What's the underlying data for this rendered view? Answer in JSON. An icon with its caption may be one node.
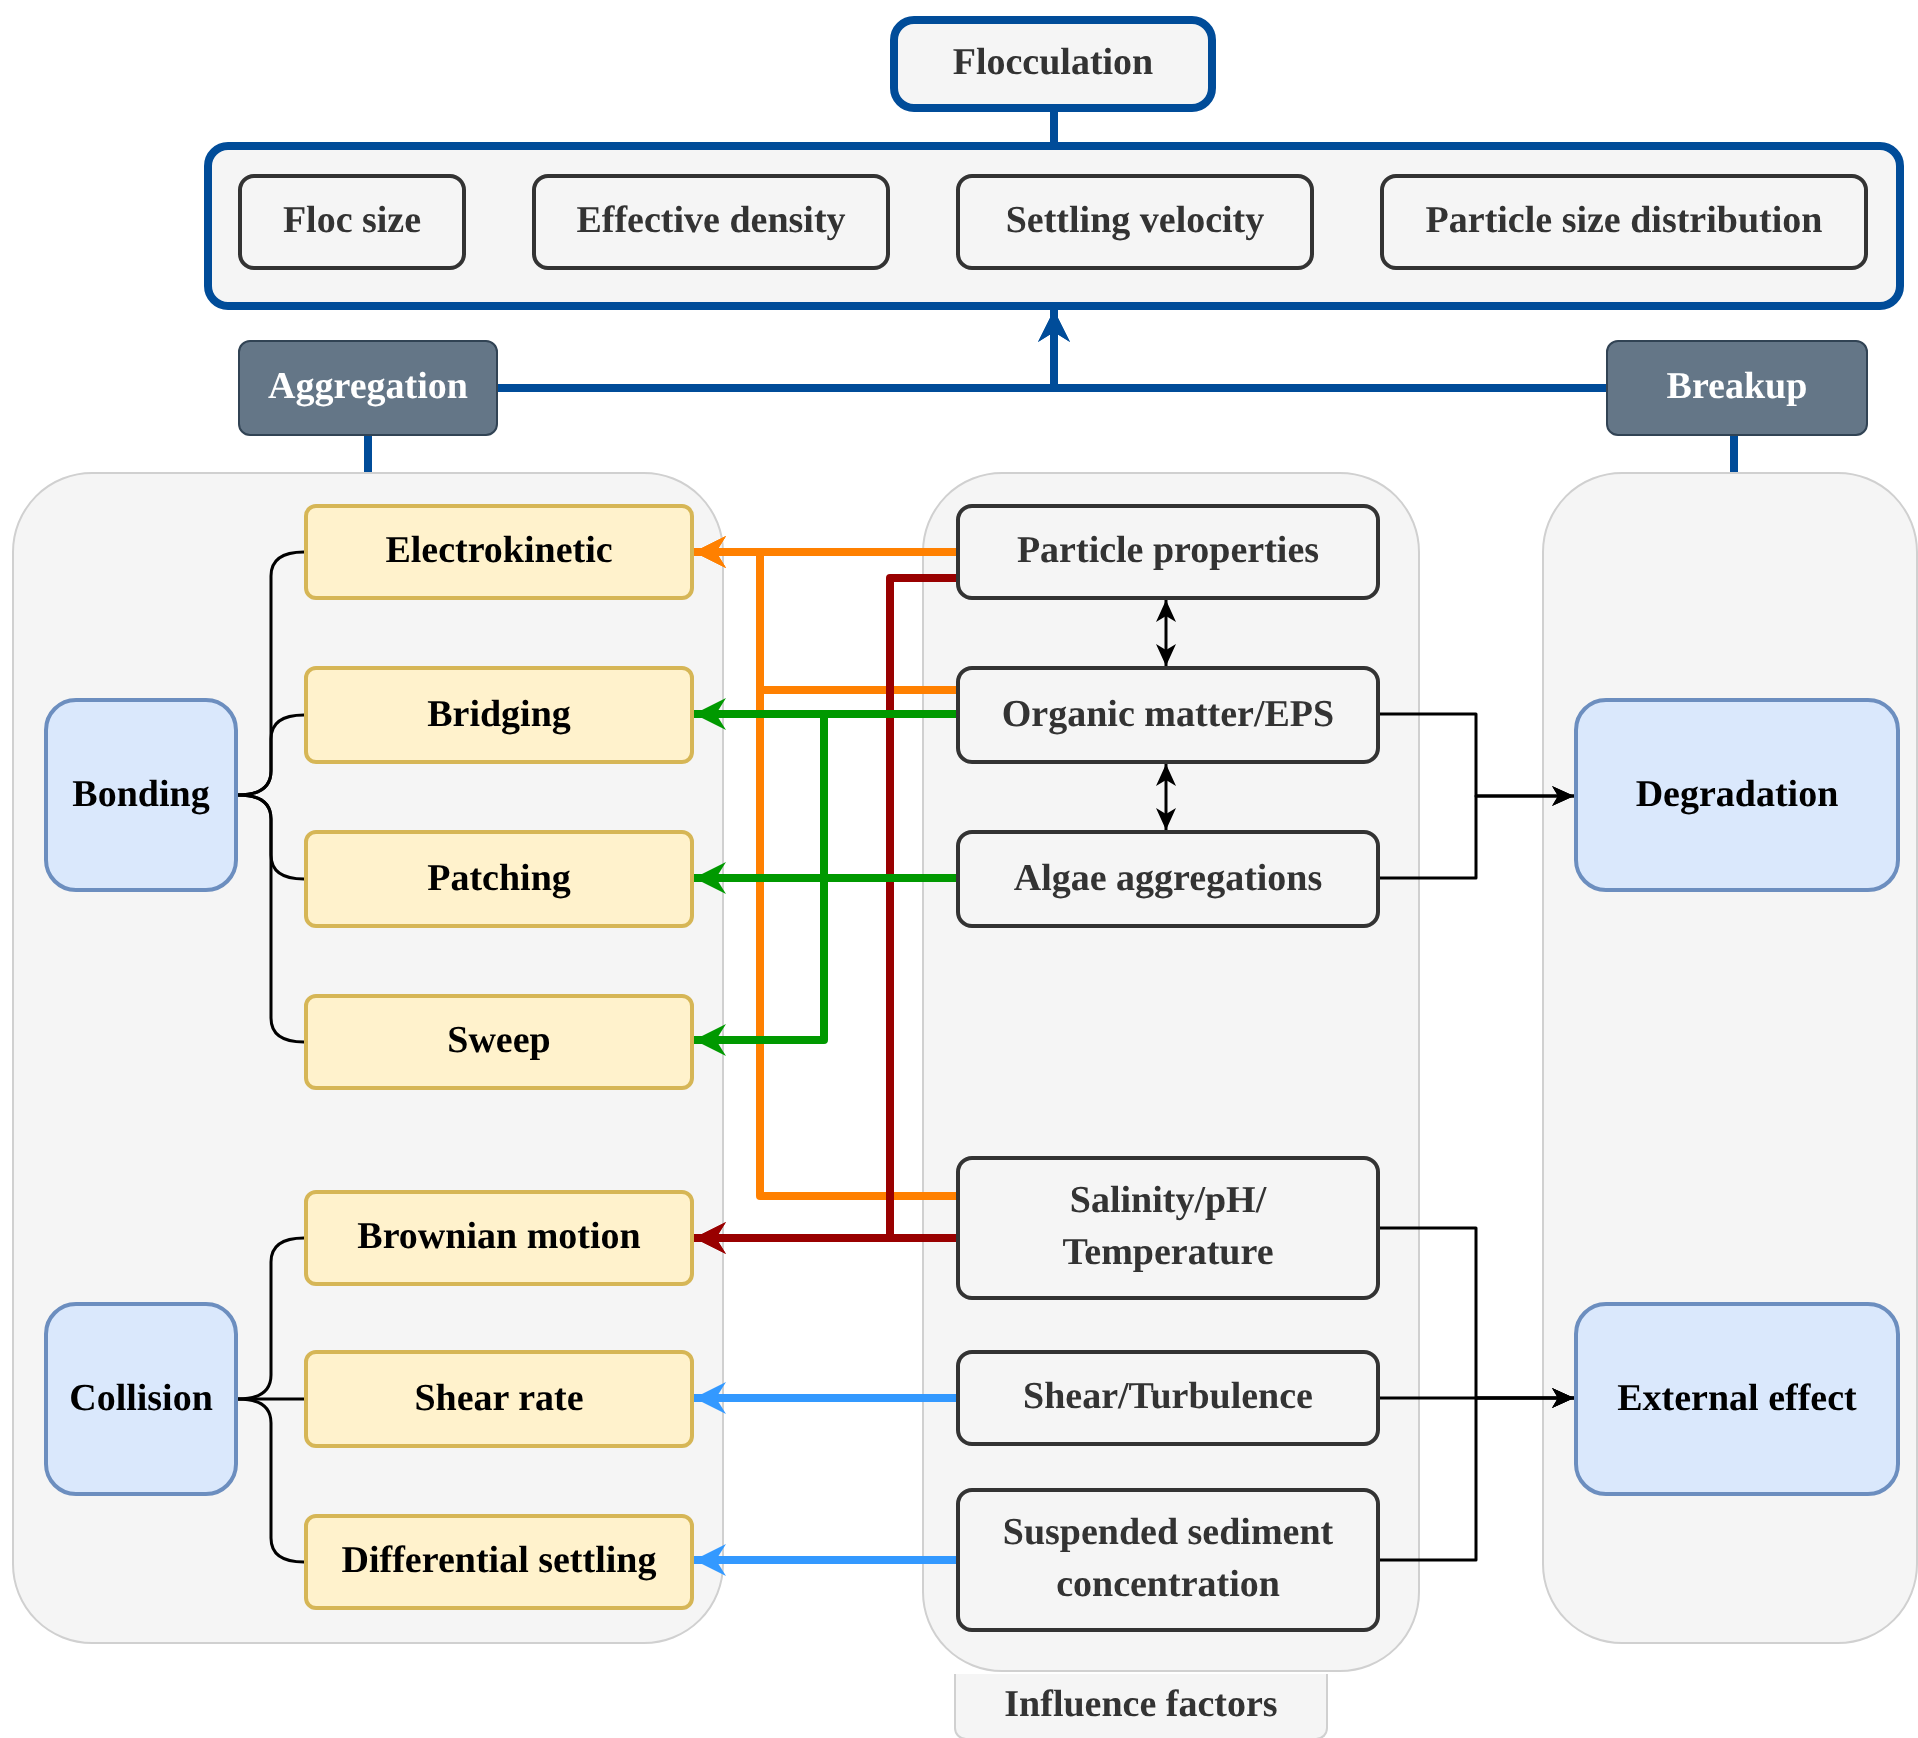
{
  "diagram": {
    "nodes": [
      {
        "text": [
          "Flocculation"
        ]
      },
      {
        "text": [],
        "shape": "box"
      },
      {
        "text": [
          "Floc size"
        ],
        "in": 1
      },
      {
        "text": [
          "Effective density"
        ],
        "in": 1
      },
      {
        "text": [
          "Settling velocity"
        ],
        "in": 1
      },
      {
        "text": [
          "Particle size distribution"
        ],
        "in": 1
      },
      {
        "text": [
          "Aggregation"
        ]
      },
      {
        "text": [
          "Breakup"
        ]
      },
      {
        "text": [],
        "shape": "box"
      },
      {
        "text": [
          "Bonding"
        ],
        "in": 8
      },
      {
        "text": [
          "Electrokinetic"
        ],
        "in": 8
      },
      {
        "text": [
          "Bridging"
        ],
        "in": 8
      },
      {
        "text": [
          "Patching"
        ],
        "in": 8
      },
      {
        "text": [
          "Sweep"
        ],
        "in": 8
      },
      {
        "text": [
          "Collision"
        ],
        "in": 8
      },
      {
        "text": [
          "Brownian motion"
        ],
        "in": 8
      },
      {
        "text": [
          "Shear rate"
        ],
        "in": 8
      },
      {
        "text": [
          "Differential settling"
        ],
        "in": 8
      },
      {
        "text": [
          "Influence factors"
        ]
      },
      {
        "text": [
          "Particle properties"
        ],
        "in": 18
      },
      {
        "text": [
          "Organic matter/EPS"
        ],
        "in": 18
      },
      {
        "text": [
          "Algae aggregations"
        ],
        "in": 18
      },
      {
        "text": [
          "Salinity/pH/ Temperature"
        ],
        "in": 18
      },
      {
        "text": [
          "Shear/Turbulence"
        ],
        "in": 18
      },
      {
        "text": [
          "Suspended sediment concentration"
        ],
        "in": 18
      },
      {
        "text": [],
        "shape": "box"
      },
      {
        "text": [
          "Degradation"
        ],
        "in": 25
      },
      {
        "text": [
          "External effect"
        ],
        "in": 25
      }
    ],
    "edges": [
      {
        "from": 0,
        "to": 1,
        "arrow": "none",
        "color": "#004c99"
      },
      {
        "from": 6,
        "to": 1,
        "arrow": "to",
        "color": "#004c99"
      },
      {
        "from": 7,
        "to": 1,
        "arrow": "to",
        "color": "#004c99"
      },
      {
        "from": 6,
        "to": 8,
        "arrow": "none",
        "color": "#004c99"
      },
      {
        "from": 7,
        "to": 25,
        "arrow": "none",
        "color": "#004c99"
      },
      {
        "from": 9,
        "to": 10,
        "arrow": "none"
      },
      {
        "from": 9,
        "to": 11,
        "arrow": "none"
      },
      {
        "from": 9,
        "to": 12,
        "arrow": "none"
      },
      {
        "from": 9,
        "to": 13,
        "arrow": "none"
      },
      {
        "from": 14,
        "to": 15,
        "arrow": "none"
      },
      {
        "from": 14,
        "to": 16,
        "arrow": "none"
      },
      {
        "from": 14,
        "to": 17,
        "arrow": "none"
      },
      {
        "from": 19,
        "to": 10,
        "arrow": "to",
        "color": "#ff8000"
      },
      {
        "from": 20,
        "to": 10,
        "arrow": "to",
        "color": "#ff8000"
      },
      {
        "from": 22,
        "to": 10,
        "arrow": "to",
        "color": "#ff8000"
      },
      {
        "from": 19,
        "to": 15,
        "arrow": "to",
        "color": "#990000"
      },
      {
        "from": 22,
        "to": 15,
        "arrow": "to",
        "color": "#990000"
      },
      {
        "from": 20,
        "to": 11,
        "arrow": "to",
        "color": "#009900"
      },
      {
        "from": 20,
        "to": 13,
        "arrow": "to",
        "color": "#009900"
      },
      {
        "from": 21,
        "to": 12,
        "arrow": "to",
        "color": "#009900"
      },
      {
        "from": 23,
        "to": 16,
        "arrow": "to",
        "color": "#3399ff"
      },
      {
        "from": 24,
        "to": 17,
        "arrow": "to",
        "color": "#3399ff"
      },
      {
        "from": 19,
        "to": 20,
        "arrow": "both"
      },
      {
        "from": 20,
        "to": 21,
        "arrow": "both"
      },
      {
        "from": 20,
        "to": 26,
        "arrow": "to"
      },
      {
        "from": 21,
        "to": 26,
        "arrow": "to"
      },
      {
        "from": 22,
        "to": 27,
        "arrow": "to"
      },
      {
        "from": 23,
        "to": 27,
        "arrow": "to"
      },
      {
        "from": 24,
        "to": 27,
        "arrow": "to"
      }
    ]
  }
}
